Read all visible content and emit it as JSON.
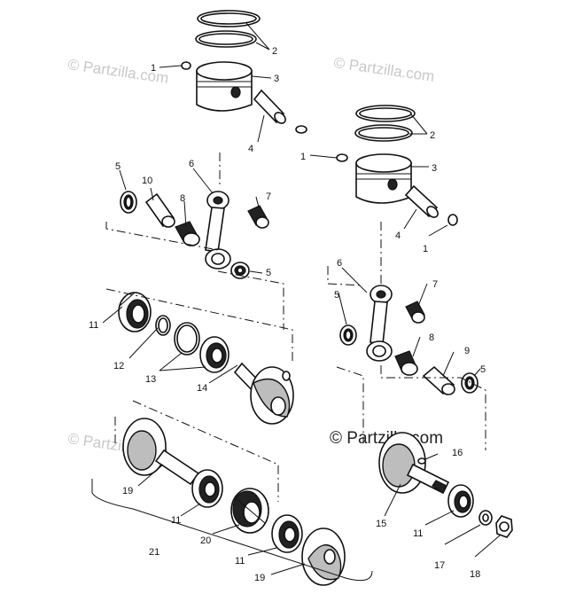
{
  "watermarks": {
    "top_left": "© Partzilla.com",
    "top_right": "© Partzilla.com",
    "bottom_left": "© Partzilla.com",
    "bottom_center": "© Partzilla.com"
  },
  "callouts": {
    "c_1a": "1",
    "c_2a": "2",
    "c_3a": "3",
    "c_4a": "4",
    "c_1b": "1",
    "c_2b": "2",
    "c_3b": "3",
    "c_4b": "4",
    "c_1c": "1",
    "c_5a": "5",
    "c_10": "10",
    "c_6a": "6",
    "c_8a": "8",
    "c_7a": "7",
    "c_5b": "5",
    "c_6b": "6",
    "c_5c": "5",
    "c_7b": "7",
    "c_8b": "8",
    "c_9": "9",
    "c_5d": "5",
    "c_11a": "11",
    "c_12": "12",
    "c_13": "13",
    "c_14": "14",
    "c_16": "16",
    "c_15": "15",
    "c_11b": "11",
    "c_17": "17",
    "c_18": "18",
    "c_19a": "19",
    "c_11c": "11",
    "c_20": "20",
    "c_21": "21",
    "c_11d": "11",
    "c_19b": "19"
  }
}
